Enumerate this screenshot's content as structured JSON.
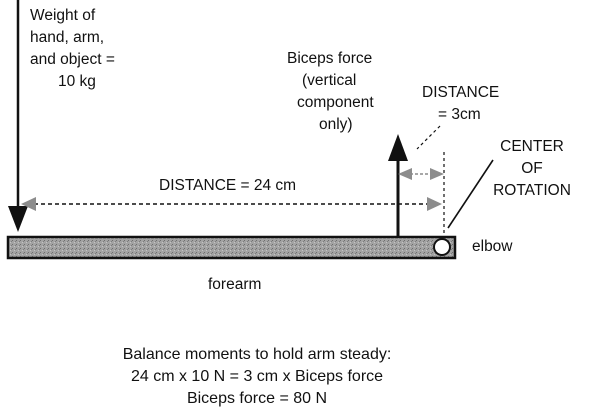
{
  "labels": {
    "weight": [
      "Weight of",
      "hand, arm,",
      "and object =",
      "10 kg"
    ],
    "biceps": [
      "Biceps force",
      "(vertical",
      "component",
      "only)"
    ],
    "distance_small": [
      "DISTANCE",
      "= 3cm"
    ],
    "center": [
      "CENTER",
      "OF",
      "ROTATION"
    ],
    "distance_long": "DISTANCE = 24 cm",
    "elbow": "elbow",
    "forearm": "forearm"
  },
  "caption": [
    "Balance moments to hold arm steady:",
    "24 cm x 10 N = 3 cm x Biceps force",
    "Biceps force = 80 N"
  ],
  "colors": {
    "ink": "#111111",
    "bar_fill": "#9a9a9a",
    "dimension_arrow": "#8c8c8c"
  }
}
